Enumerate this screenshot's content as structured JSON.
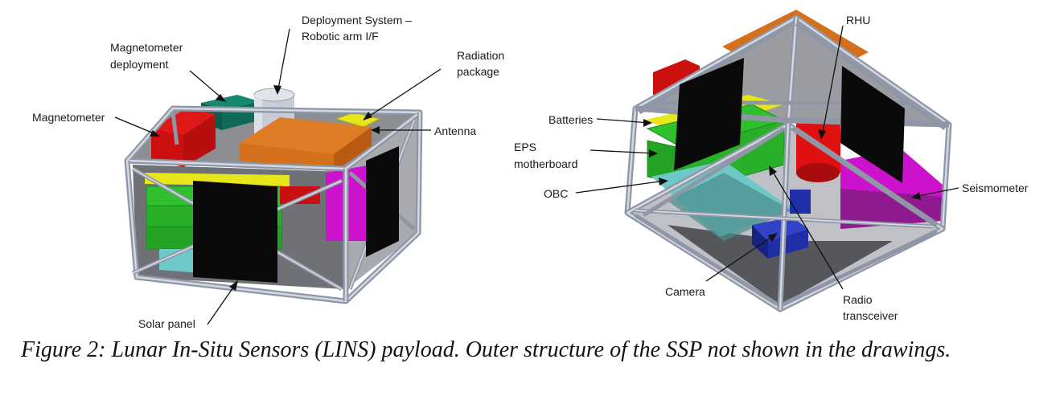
{
  "left_view": {
    "labels": {
      "deployment_system": [
        "Deployment System –",
        "Robotic arm I/F"
      ],
      "magnetometer_deployment": [
        "Magnetometer",
        "deployment"
      ],
      "radiation_package": [
        "Radiation",
        "package"
      ],
      "magnetometer": "Magnetometer",
      "antenna": "Antenna",
      "solar_panel": "Solar panel"
    }
  },
  "right_view": {
    "labels": {
      "rhu": "RHU",
      "batteries": "Batteries",
      "eps_motherboard": [
        "EPS",
        "motherboard"
      ],
      "obc": "OBC",
      "seismometer": "Seismometer",
      "camera": "Camera",
      "radio_transceiver": [
        "Radio",
        "transceiver"
      ]
    }
  },
  "caption": "Figure 2: Lunar In-Situ Sensors (LINS) payload. Outer structure of the SSP not shown in the drawings.",
  "colors": {
    "frame": "#8f96a6",
    "magnetometer": "#cc0f0f",
    "magnetometer_deployment": "#0f6b58",
    "antenna": "#d4701c",
    "radiation_package": "#e6e61a",
    "batteries": "#2fbf2f",
    "seismometer": "#cc12cc",
    "obc": "#6fc8c8",
    "radio_transceiver": "#1f2fa8",
    "solar_panel": "#0a0a0a",
    "rhu": "#e01010"
  }
}
